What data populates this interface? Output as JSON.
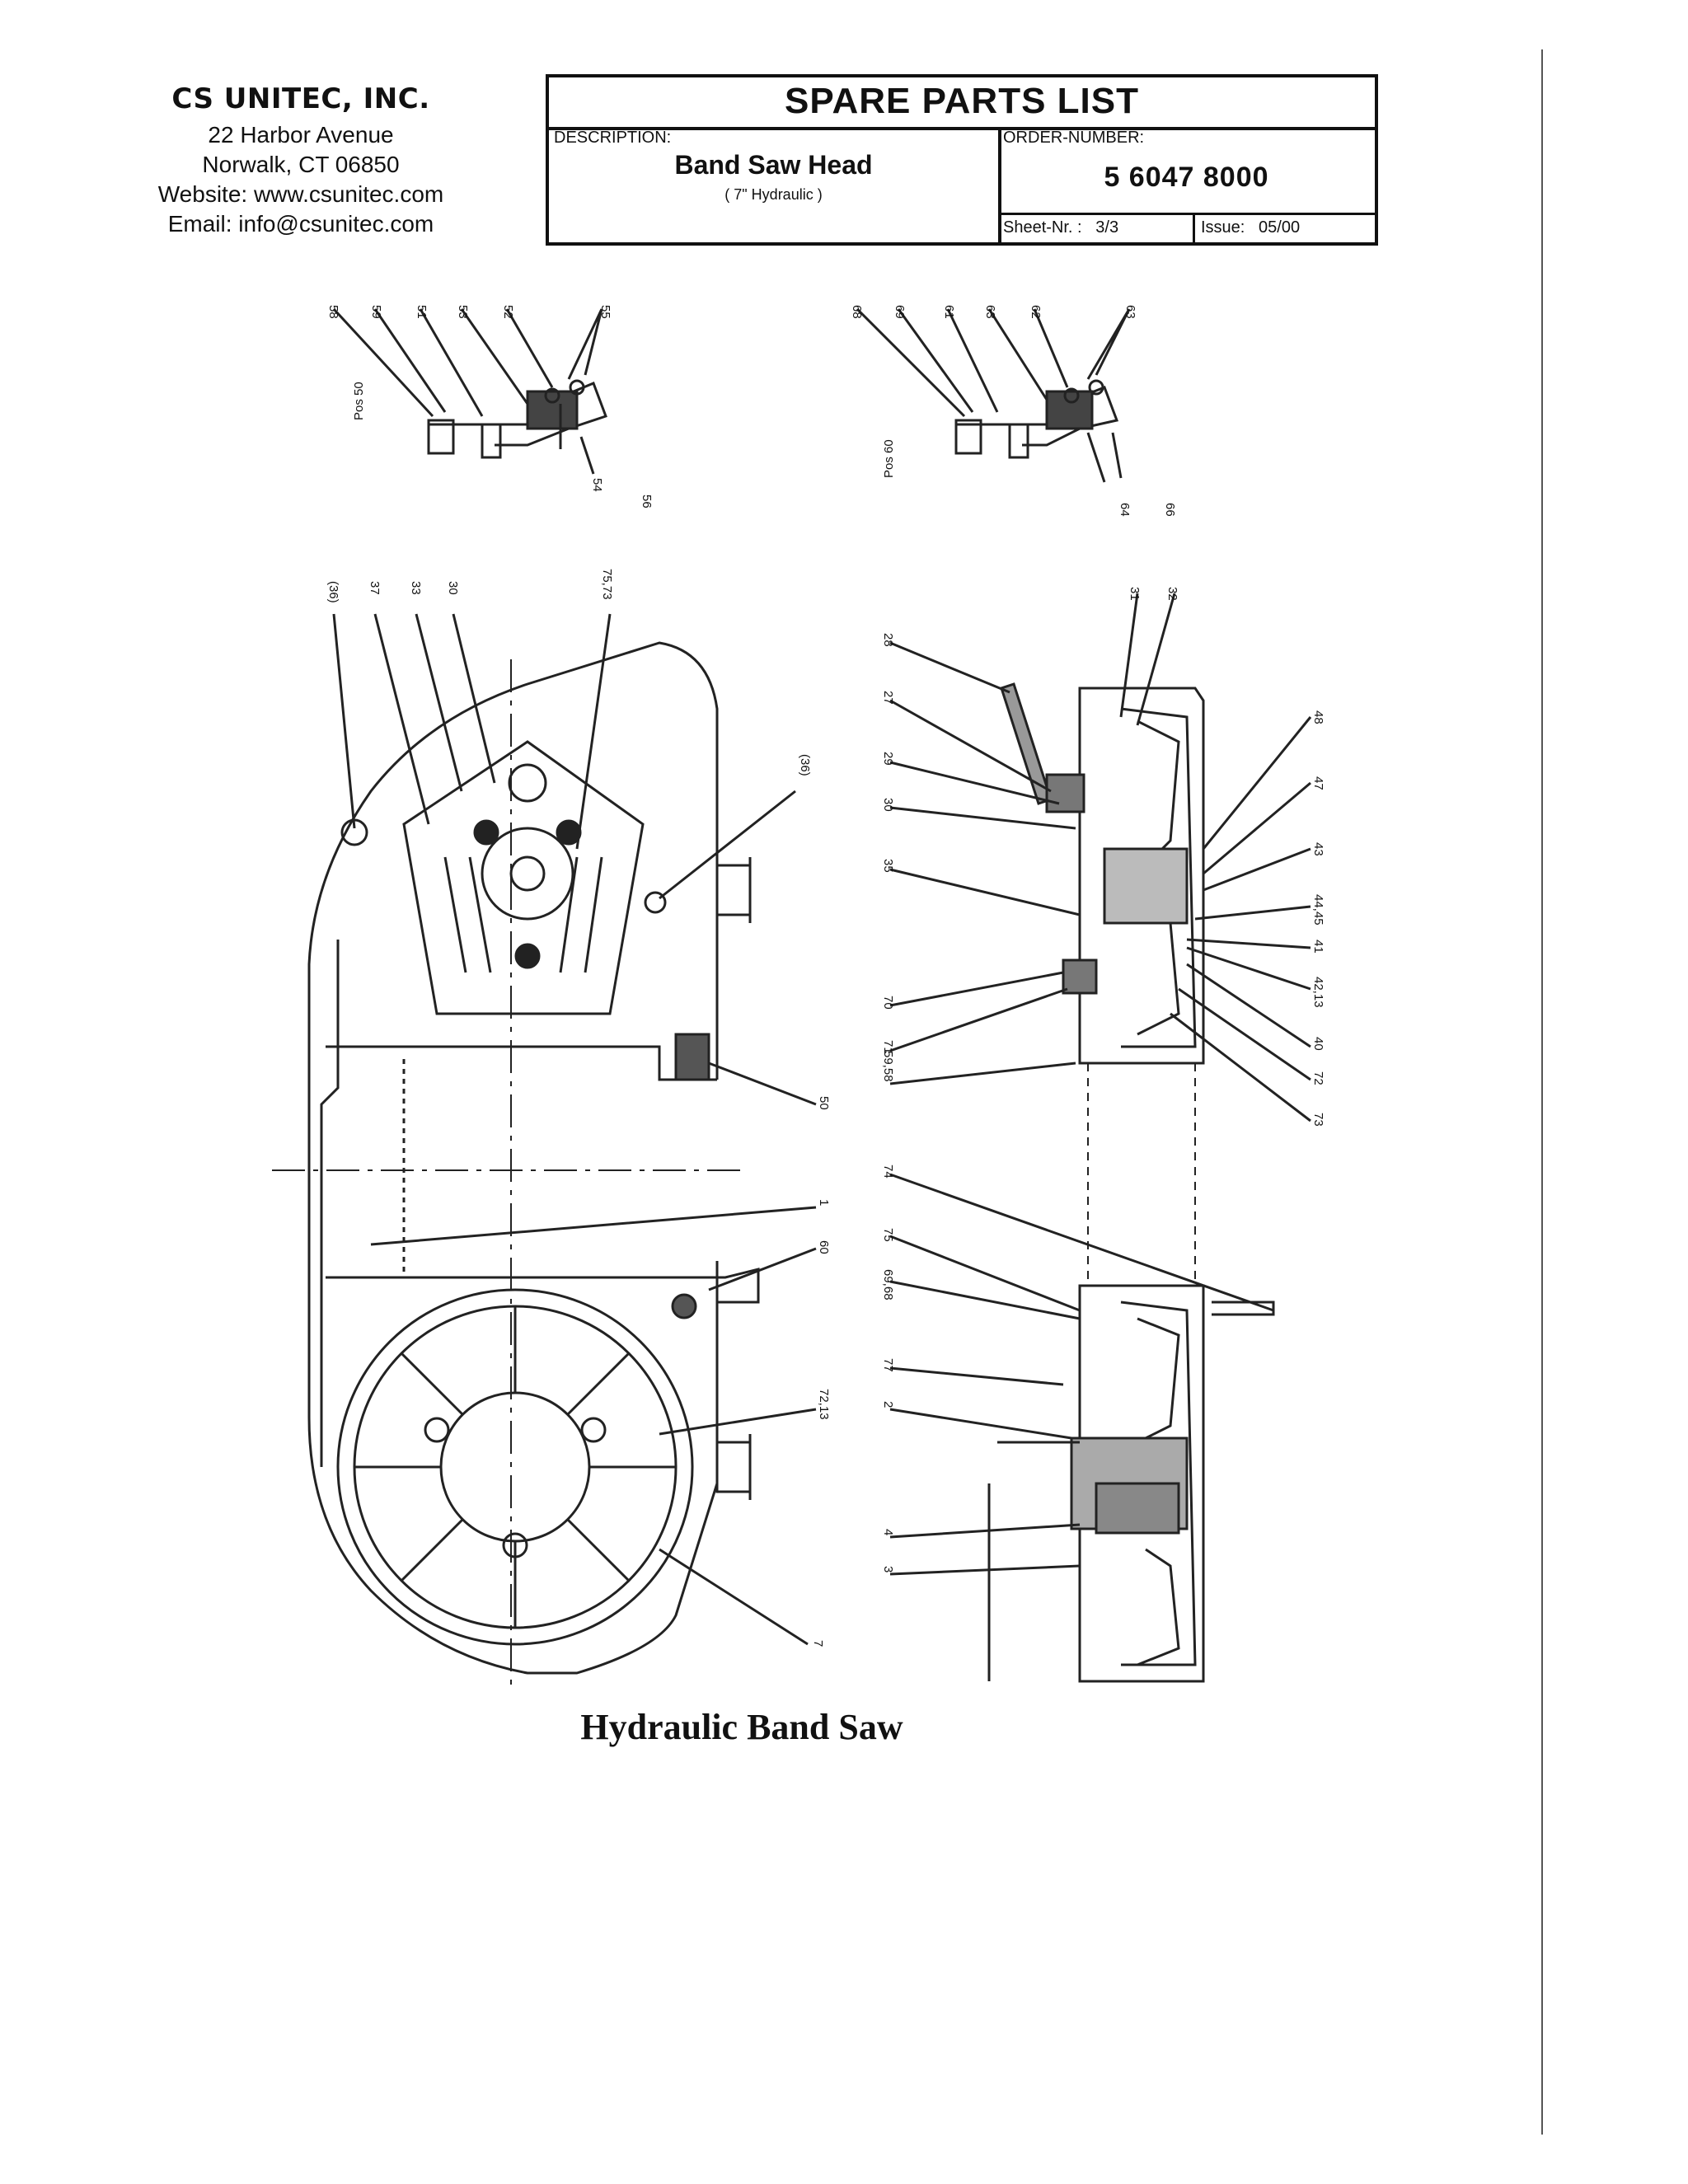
{
  "company": {
    "name": "CS UNITEC, INC.",
    "address1": "22 Harbor Avenue",
    "address2": "Norwalk, CT 06850",
    "website": "Website: www.csunitec.com",
    "email": "Email: info@csunitec.com"
  },
  "titleblock": {
    "title": "SPARE PARTS LIST",
    "description_label": "DESCRIPTION:",
    "description": "Band Saw Head",
    "description_sub": "( 7\" Hydraulic )",
    "order_label": "ORDER-NUMBER:",
    "order_number": "5 6047 8000",
    "sheet_label": "Sheet-Nr. :",
    "sheet_value": "3/3",
    "issue_label": "Issue:",
    "issue_value": "05/00"
  },
  "caption": "Hydraulic Band Saw",
  "callouts": {
    "detail_left": [
      "58",
      "59",
      "51",
      "53",
      "52",
      "55",
      "Pos 50",
      "54",
      "56"
    ],
    "detail_right": [
      "68",
      "69",
      "61",
      "63",
      "62",
      "63",
      "Pos 60",
      "64",
      "66"
    ],
    "front_view": [
      "(36)",
      "37",
      "33",
      "30",
      "75,73",
      "(36)",
      "50",
      "1",
      "60",
      "72,13",
      "7"
    ],
    "side_view": [
      "28",
      "27",
      "29",
      "30",
      "35",
      "70",
      "71",
      "59,58",
      "31",
      "32",
      "48",
      "47",
      "43",
      "44,45",
      "41",
      "42,13",
      "40",
      "72",
      "73",
      "74",
      "75",
      "69,68",
      "77",
      "2",
      "4",
      "3"
    ]
  }
}
